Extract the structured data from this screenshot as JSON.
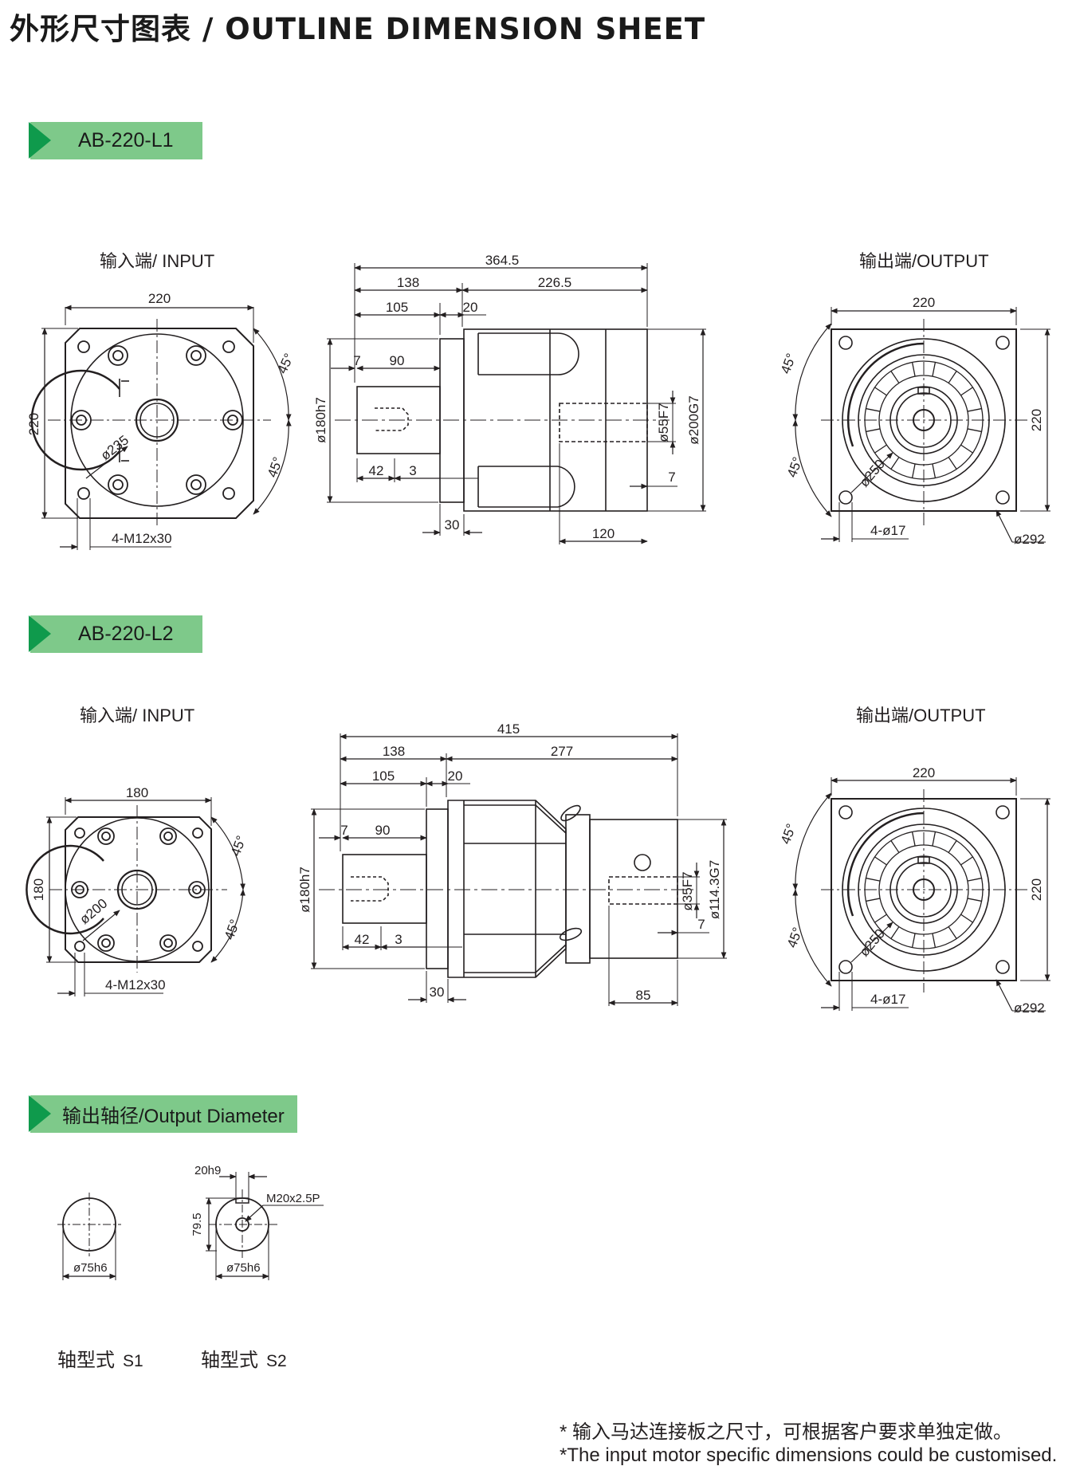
{
  "header": {
    "title": "外形尺寸图表 / OUTLINE DIMENSION SHEET"
  },
  "section1": {
    "tag": "AB-220-L1",
    "input_caption": "输入端/ INPUT",
    "output_caption": "输出端/OUTPUT",
    "input_view": {
      "width": "220",
      "height": "220",
      "pcd": "ø235",
      "angle_top": "45°",
      "angle_bottom": "45°",
      "bolts": "4-M12x30"
    },
    "side_view": {
      "total": "364.5",
      "left": "138",
      "right": "226.5",
      "l105": "105",
      "l20": "20",
      "l7": "7",
      "l90": "90",
      "l42": "42",
      "l3": "3",
      "l30": "30",
      "l120": "120",
      "l7b": "7",
      "d_left": "ø180h7",
      "d_bore": "ø55F7",
      "d_right": "ø200G7"
    },
    "output_view": {
      "width": "220",
      "height": "220",
      "pcd": "ø250",
      "angle_top": "45°",
      "angle_bottom": "45°",
      "holes": "4-ø17",
      "diag": "ø292"
    }
  },
  "section2": {
    "tag": "AB-220-L2",
    "input_caption": "输入端/ INPUT",
    "output_caption": "输出端/OUTPUT",
    "input_view": {
      "width": "180",
      "height": "180",
      "pcd": "ø200",
      "angle_top": "45°",
      "angle_bottom": "45°",
      "bolts": "4-M12x30"
    },
    "side_view": {
      "total": "415",
      "left": "138",
      "right": "277",
      "l105": "105",
      "l20": "20",
      "l7": "7",
      "l90": "90",
      "l42": "42",
      "l3": "3",
      "l30": "30",
      "l85": "85",
      "l7b": "7",
      "d_left": "ø180h7",
      "d_bore": "ø35F7",
      "d_right": "ø114.3G7"
    },
    "output_view": {
      "width": "220",
      "height": "220",
      "pcd": "ø250",
      "angle_top": "45°",
      "angle_bottom": "45°",
      "holes": "4-ø17",
      "diag": "ø292"
    }
  },
  "section3": {
    "tag": "输出轴径/Output Diameter",
    "s1": {
      "diameter": "ø75h6",
      "label": "轴型式",
      "code": "S1"
    },
    "s2": {
      "diameter": "ø75h6",
      "key": "20h9",
      "height": "79.5",
      "thread": "M20x2.5P",
      "label": "轴型式",
      "code": "S2"
    }
  },
  "footer": {
    "note_cn": "* 输入马达连接板之尺寸，可根据客户要求单独定做。",
    "note_en": "*The input motor specific dimensions could be customised."
  }
}
